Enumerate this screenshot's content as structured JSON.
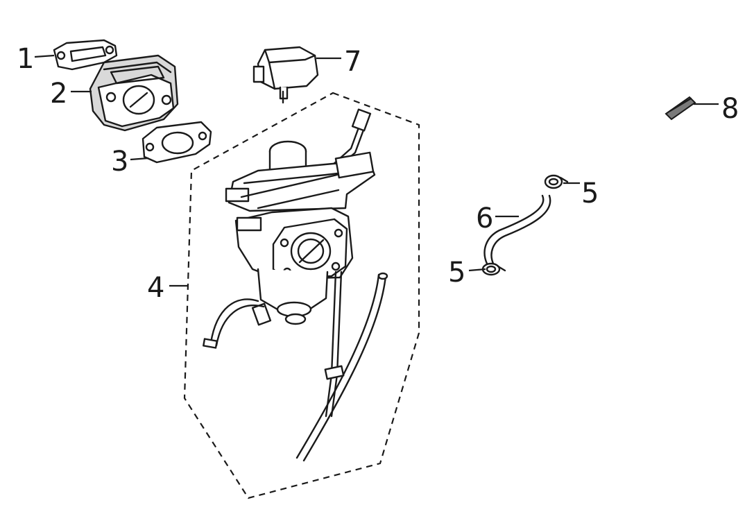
{
  "callouts": {
    "c1": "1",
    "c2": "2",
    "c3": "3",
    "c4": "4",
    "c5a": "5",
    "c5b": "5",
    "c6": "6",
    "c7": "7",
    "c8": "8"
  },
  "colors": {
    "line": "#1a1a1a",
    "shade": "#d9d9d9",
    "dark": "#7a7a7a",
    "background": "#ffffff"
  }
}
